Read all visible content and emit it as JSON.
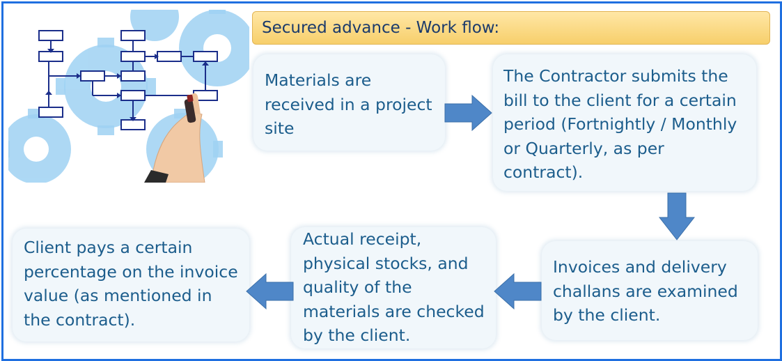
{
  "banner": {
    "title": "Secured advance - Work flow:"
  },
  "steps": [
    {
      "lines": [
        "Materials are",
        "received in a project",
        "site"
      ]
    },
    {
      "lines": [
        "The Contractor submits the",
        "bill to the client for a certain",
        "period (Fortnightly / Monthly",
        "or Quarterly, as per",
        "contract)."
      ]
    },
    {
      "lines": [
        "Invoices and delivery",
        "challans are examined",
        "by the client."
      ]
    },
    {
      "lines": [
        "Actual receipt,",
        "physical stocks, and",
        "quality of the",
        "materials are checked",
        "by the client."
      ]
    },
    {
      "lines": [
        "Client pays a certain",
        "percentage on the invoice",
        "value (as mentioned in",
        "the contract)."
      ]
    }
  ],
  "colors": {
    "frame": "#1f6fe0",
    "arrow": "#4f87c8",
    "text": "#1c5d8c",
    "banner": "#f7cf6b"
  },
  "icons": [
    "flowchart-illustration",
    "right-arrow",
    "down-arrow",
    "left-arrow"
  ]
}
